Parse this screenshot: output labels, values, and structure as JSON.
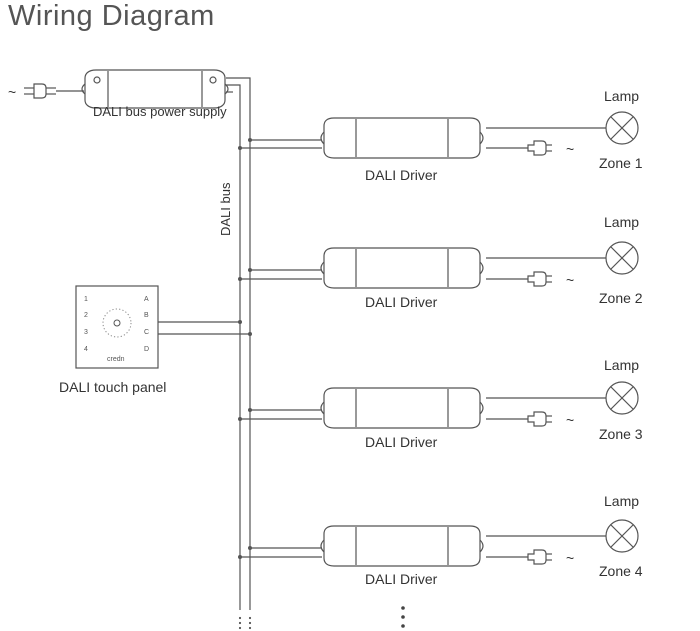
{
  "title": "Wiring Diagram",
  "power_supply": {
    "label": "DALI bus power supply",
    "ac_symbol": "~"
  },
  "bus": {
    "label": "DALI bus"
  },
  "touch_panel": {
    "label": "DALI touch panel",
    "left_keys": [
      "1",
      "2",
      "3",
      "4"
    ],
    "right_keys": [
      "A",
      "B",
      "C",
      "D"
    ],
    "brand": "credn"
  },
  "zones": [
    {
      "driver_label": "DALI Driver",
      "lamp_label": "Lamp",
      "zone_label": "Zone 1",
      "ac_symbol": "~"
    },
    {
      "driver_label": "DALI Driver",
      "lamp_label": "Lamp",
      "zone_label": "Zone 2",
      "ac_symbol": "~"
    },
    {
      "driver_label": "DALI Driver",
      "lamp_label": "Lamp",
      "zone_label": "Zone 3",
      "ac_symbol": "~"
    },
    {
      "driver_label": "DALI Driver",
      "lamp_label": "Lamp",
      "zone_label": "Zone 4",
      "ac_symbol": "~"
    }
  ]
}
